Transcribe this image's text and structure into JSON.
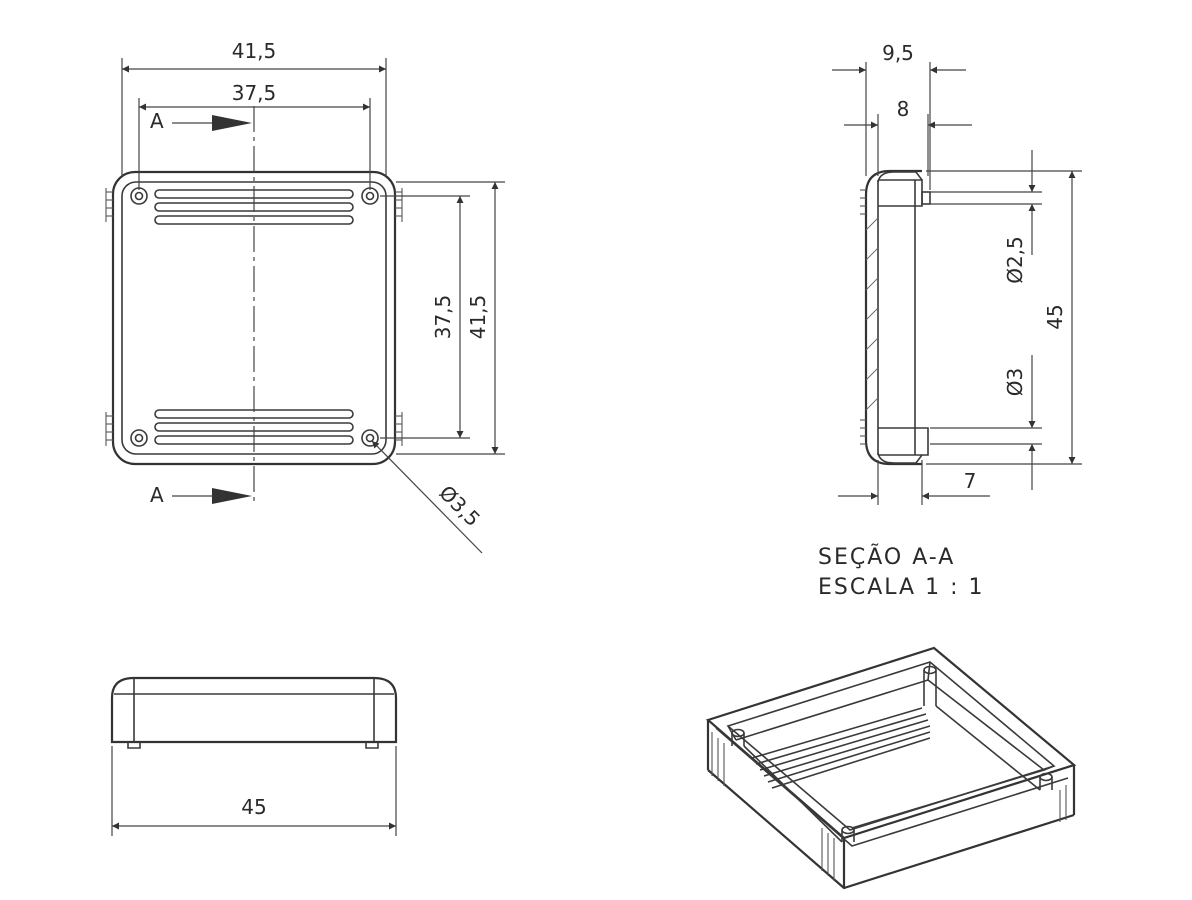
{
  "front_view": {
    "width_outer": "41,5",
    "width_inner": "37,5",
    "height_inner": "37,5",
    "height_outer": "41,5",
    "hole_diameter": "Ø3,5",
    "section_label_top": "A",
    "section_label_bottom": "A"
  },
  "section_view": {
    "depth_total": "9,5",
    "depth_inner": "8",
    "height_total": "45",
    "hole_small": "Ø2,5",
    "hole_large": "Ø3",
    "bottom_dim": "7",
    "caption_line1": "SEÇÃO A-A",
    "caption_line2": "ESCALA 1 : 1"
  },
  "side_view": {
    "length": "45"
  }
}
